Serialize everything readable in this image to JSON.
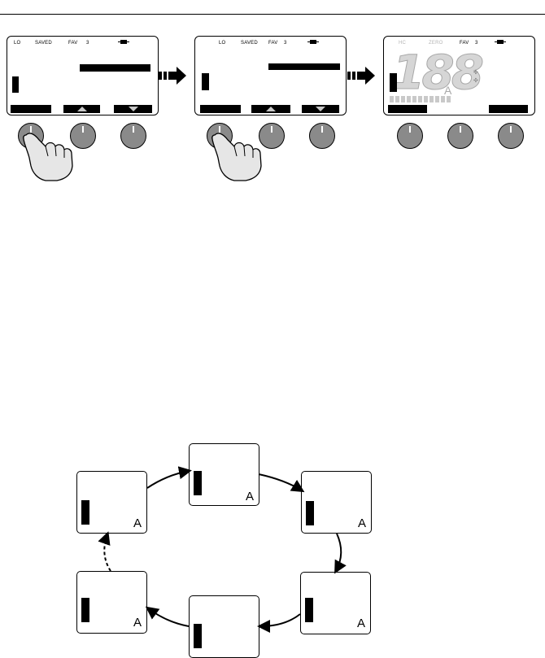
{
  "screen1": {
    "status": {
      "lo": "LO",
      "saved": "SAVED",
      "fav": "FAV",
      "fav_num": "3"
    }
  },
  "screen2": {
    "status": {
      "lo": "LO",
      "saved": "SAVED",
      "fav": "FAV",
      "fav_num": "3"
    }
  },
  "screen3": {
    "status": {
      "dim1": "HC",
      "dim2": "ZERO",
      "fav": "FAV",
      "fav_num": "3"
    },
    "big_digits": "188",
    "unit": "A"
  },
  "cycle": {
    "unit": "A",
    "screens": [
      "top",
      "upper-right",
      "lower-right",
      "bottom",
      "lower-left",
      "upper-left"
    ]
  },
  "icons": [
    "plug-icon",
    "arrow-right-icon",
    "knob-icon",
    "hand-pointer-icon",
    "up-arrow-icon",
    "down-arrow-icon"
  ],
  "colors": {
    "knob": "#8a8a8a",
    "lcd_dim": "#c8c8c8"
  }
}
